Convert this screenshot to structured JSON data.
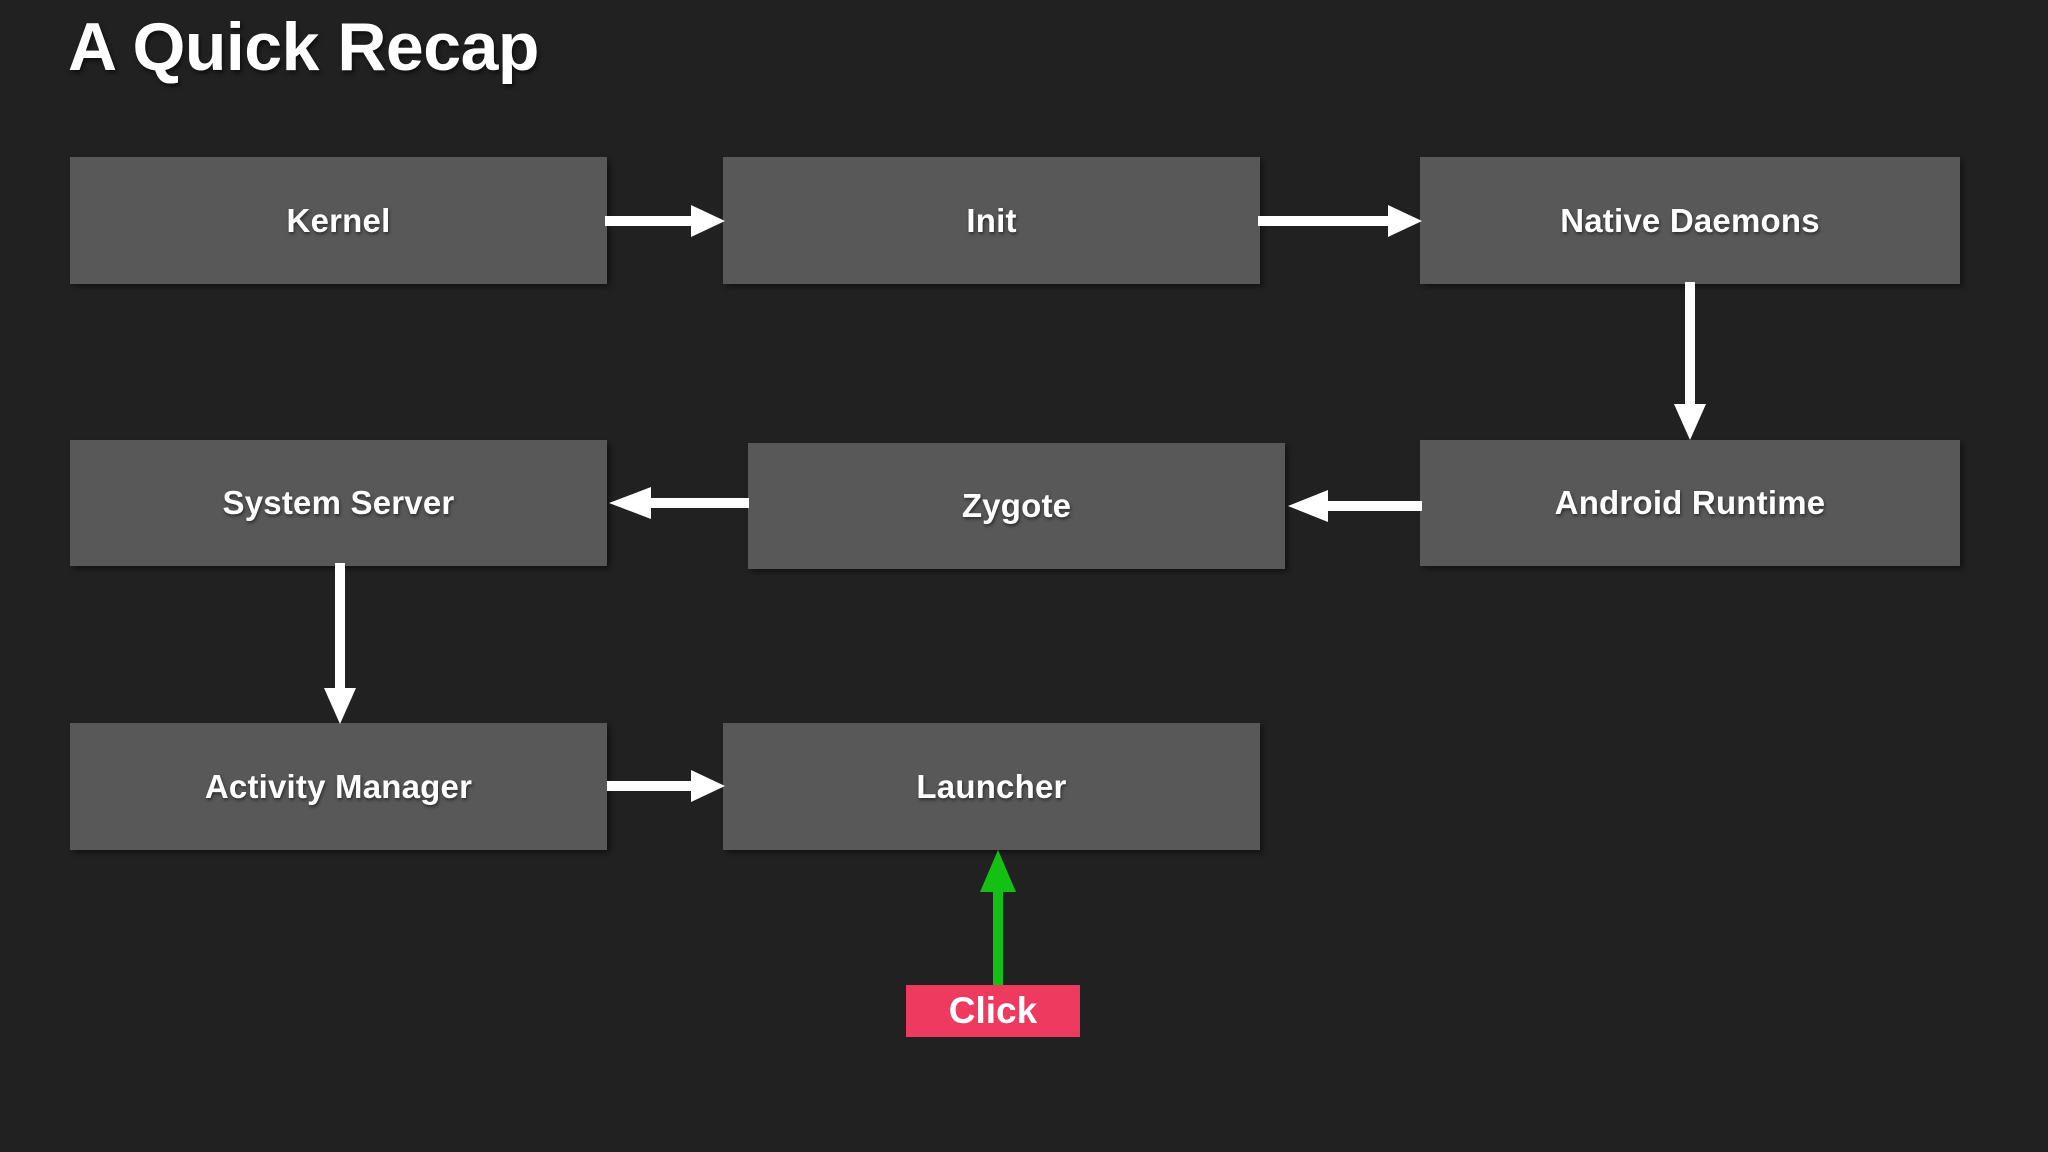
{
  "slide": {
    "title": "A Quick Recap",
    "background_color": "#212121",
    "node_color": "#585858",
    "text_color": "#ffffff",
    "arrow_color": "#ffffff",
    "highlight_arrow_color": "#13c013",
    "callout_color": "#ee3a5e"
  },
  "diagram": {
    "nodes": [
      {
        "id": "kernel",
        "label": "Kernel"
      },
      {
        "id": "init",
        "label": "Init"
      },
      {
        "id": "native-daemons",
        "label": "Native Daemons"
      },
      {
        "id": "system-server",
        "label": "System Server"
      },
      {
        "id": "zygote",
        "label": "Zygote"
      },
      {
        "id": "android-runtime",
        "label": "Android Runtime"
      },
      {
        "id": "activity-manager",
        "label": "Activity Manager"
      },
      {
        "id": "launcher",
        "label": "Launcher"
      }
    ],
    "edges": [
      {
        "from": "kernel",
        "to": "init",
        "direction": "right",
        "color": "#ffffff"
      },
      {
        "from": "init",
        "to": "native-daemons",
        "direction": "right",
        "color": "#ffffff"
      },
      {
        "from": "native-daemons",
        "to": "android-runtime",
        "direction": "down",
        "color": "#ffffff"
      },
      {
        "from": "android-runtime",
        "to": "zygote",
        "direction": "left",
        "color": "#ffffff"
      },
      {
        "from": "zygote",
        "to": "system-server",
        "direction": "left",
        "color": "#ffffff"
      },
      {
        "from": "system-server",
        "to": "activity-manager",
        "direction": "down",
        "color": "#ffffff"
      },
      {
        "from": "activity-manager",
        "to": "launcher",
        "direction": "right",
        "color": "#ffffff"
      },
      {
        "from": "click",
        "to": "launcher",
        "direction": "up",
        "color": "#13c013"
      }
    ],
    "callout": {
      "label": "Click"
    }
  }
}
